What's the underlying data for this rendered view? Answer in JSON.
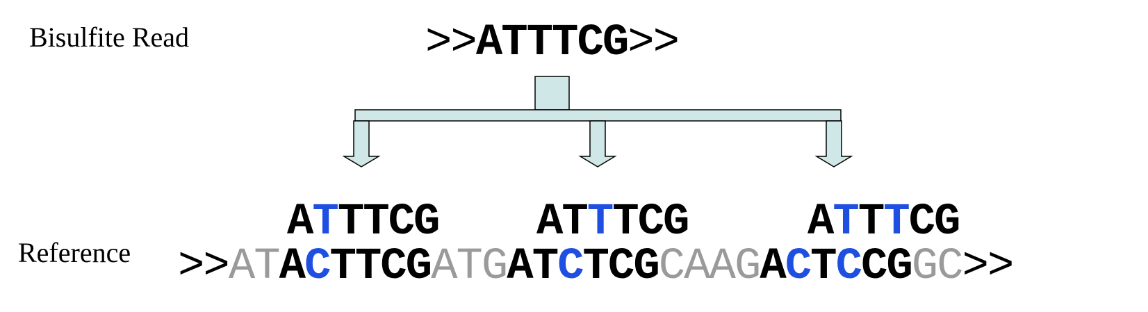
{
  "labels": {
    "read": "Bisulfite Read",
    "reference": "Reference"
  },
  "colors": {
    "match": "#000000",
    "conversion": "#1f4fe0",
    "flank": "#9a9a9a",
    "arrow_fill": "#cfe7e6"
  },
  "read": [
    {
      "text": ">>",
      "style": "plain"
    },
    {
      "text": "ATTTCG",
      "style": "bold"
    },
    {
      "text": ">>",
      "style": "plain"
    }
  ],
  "alignments": [
    {
      "segments": [
        {
          "text": "A",
          "style": "bold"
        },
        {
          "text": "T",
          "style": "conv"
        },
        {
          "text": "TTCG",
          "style": "bold"
        }
      ]
    },
    {
      "segments": [
        {
          "text": "AT",
          "style": "bold"
        },
        {
          "text": "T",
          "style": "conv"
        },
        {
          "text": "TCG",
          "style": "bold"
        }
      ]
    },
    {
      "segments": [
        {
          "text": "A",
          "style": "bold"
        },
        {
          "text": "T",
          "style": "conv"
        },
        {
          "text": "T",
          "style": "bold"
        },
        {
          "text": "T",
          "style": "conv"
        },
        {
          "text": "CG",
          "style": "bold"
        }
      ]
    }
  ],
  "reference": [
    {
      "text": ">>",
      "style": "plain"
    },
    {
      "text": "AT",
      "style": "flank"
    },
    {
      "text": "A",
      "style": "bold"
    },
    {
      "text": "C",
      "style": "conv"
    },
    {
      "text": "TTCG",
      "style": "bold"
    },
    {
      "text": "ATG",
      "style": "flank"
    },
    {
      "text": "AT",
      "style": "bold"
    },
    {
      "text": "C",
      "style": "conv"
    },
    {
      "text": "TCG",
      "style": "bold"
    },
    {
      "text": "CAAG",
      "style": "flank"
    },
    {
      "text": "A",
      "style": "bold"
    },
    {
      "text": "C",
      "style": "conv"
    },
    {
      "text": "T",
      "style": "bold"
    },
    {
      "text": "C",
      "style": "conv"
    },
    {
      "text": "CG",
      "style": "bold"
    },
    {
      "text": "GC",
      "style": "flank"
    },
    {
      "text": ">>",
      "style": "plain"
    }
  ]
}
